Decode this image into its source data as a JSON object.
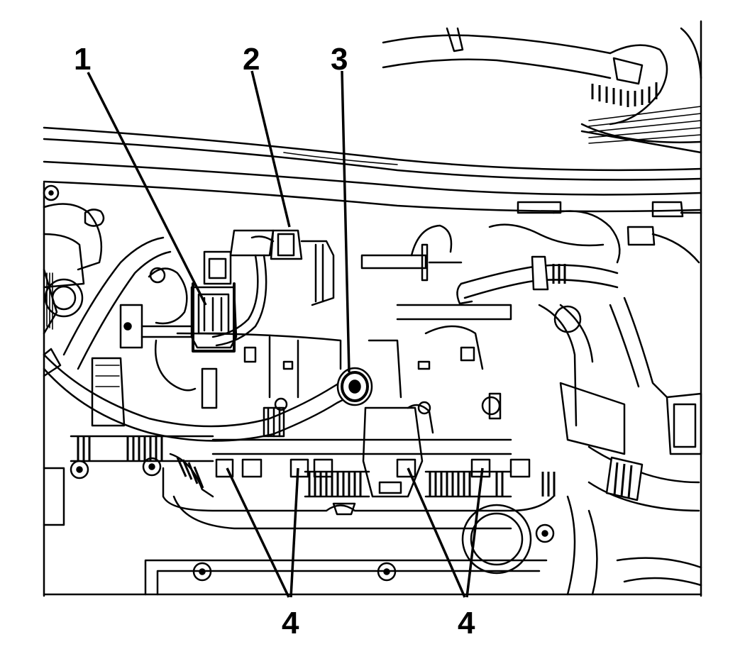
{
  "callouts": [
    {
      "label": "1"
    },
    {
      "label": "2"
    },
    {
      "label": "3"
    },
    {
      "label": "4"
    },
    {
      "label": "4"
    }
  ]
}
